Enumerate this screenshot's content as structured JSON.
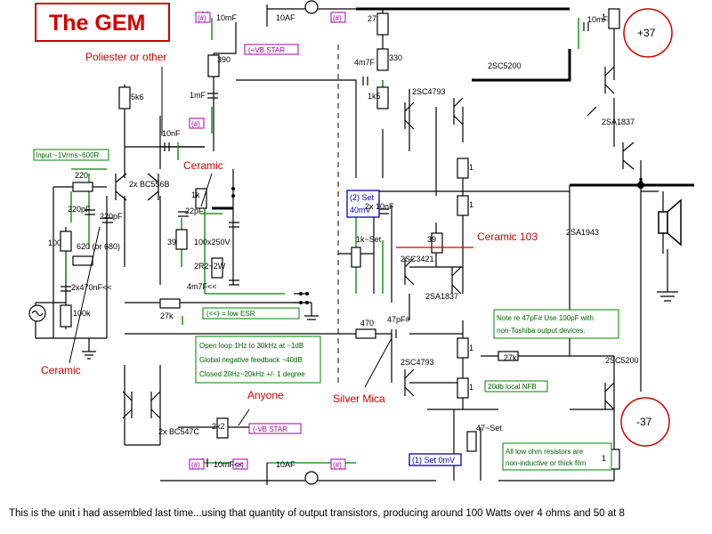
{
  "title": "The GEM",
  "caption": "This is the unit i had assembled last time...using that quantity of output transistors, producing around 100 Watts over 4 ohms and 50 at 8",
  "rails": {
    "positive": "+37",
    "negative": "-37"
  },
  "red_notes": {
    "poliester": "Poliester or other",
    "ceramic_top": "Ceramic",
    "ceramic_left": "Ceramic",
    "ceramic_103": "Ceramic 103",
    "anyone": "Anyone",
    "silver_mica": "Silver Mica"
  },
  "boxes": {
    "input": "Input ~1Vrms~600R",
    "esr": "(<<) = low ESR",
    "feedback_1": "Open loop 1Hz to 30kHz at ~1dB",
    "feedback_2": "Global negative feedback ~40dB",
    "feedback_3": "Closed 20Hz~20kHz +/- 1 degree",
    "note_1": "Note re 47pF# Use 100pF with",
    "note_2": "non-Toshiba output devices.",
    "nfb": "20db local NFB",
    "resistors_1": "All low ohm resistors are",
    "resistors_2": "non-inductive or thick film",
    "set_40": "(2) Set",
    "set_40b": "40mV",
    "set_0": "(1) Set 0mV",
    "vb_star_top": "(+VB STAR",
    "vb_star_bottom": "(-VB STAR"
  },
  "pink_labels": {
    "p1": "(#)",
    "p2": "(#)",
    "p3": "(#)",
    "p4": "(#)",
    "p5": "(#)",
    "p6": "(#)"
  },
  "components": {
    "c10mf_top": "10mF",
    "c10af_top": "10AF",
    "r27": "27",
    "r330": "330",
    "c4m7f": "4m7F",
    "r390": "390",
    "c1mf": "1mF",
    "r5k6": "5k6",
    "r1k5": "1k5",
    "tr_2sc4793_top": "2SC4793",
    "tr_2sc5200_top": "2SC5200",
    "tr_2sa1837_top": "2SA1837",
    "c10nf_1": "10nF",
    "c10nf_2": "10nF",
    "ic_bc556b": "2x BC556B",
    "r220": "220",
    "c220pf_1": "220pF",
    "c220pf_2": "220pF",
    "r1k": "1k",
    "c22pf": "22pF",
    "r100": "100",
    "r620": "620 (or 680)",
    "c2x470": "2x470nF<<",
    "r100k": "100k",
    "r39_a": "39",
    "c100x250v": "100x250V",
    "c2r2": "2R2~2W",
    "c4m7f_b": "4m7F<<",
    "r27k": "27k",
    "c2x10nf": "2x 10nF",
    "r39_b": "39",
    "r1k_set": "1k~Set",
    "tr_2sc3421": "2SC3421",
    "tr_2sa1837_mid": "2SA1837",
    "tr_2sa1943": "2SA1943",
    "r470": "470",
    "c47pf": "47pF#",
    "tr_2sc4793_bot": "2SC4793",
    "r27k_b": "27k",
    "tr_2sc5200_bot": "2SC5200",
    "ic_bc547c": "2x BC547C",
    "r2k2": "2k2",
    "r47_set": "47~Set",
    "c10mf_bot": "10mF<<",
    "c10af_bot": "10AF",
    "r1_a": "1",
    "r1_b": "1",
    "r1_c": "1",
    "r1_d": "1",
    "r1_e": "1",
    "r1_f": "1",
    "c10mf_right": "10mF"
  },
  "colors": {
    "accent_red": "#d00000",
    "wire_green": "#008000",
    "box_green": "#006000",
    "pink": "#a000a0",
    "blue": "#0000b0"
  }
}
